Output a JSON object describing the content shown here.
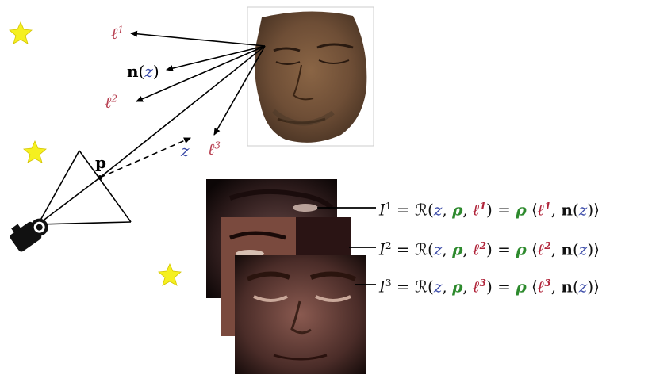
{
  "labels": {
    "l1": {
      "base": "ℓ",
      "sup": "1"
    },
    "n_z": {
      "n": "n",
      "open": "(",
      "z": "z",
      "close": ")"
    },
    "l2": {
      "base": "ℓ",
      "sup": "2"
    },
    "l3": {
      "base": "ℓ",
      "sup": "3"
    },
    "z": "z",
    "p": "p"
  },
  "equations": [
    {
      "I": "I",
      "sup": "1",
      "eq1": " = ",
      "R": "ℛ",
      "open": "(",
      "z": "z",
      "c1": ", ",
      "rho": "ρ",
      "c2": ", ",
      "l": "ℓ",
      "lsup": "1",
      "close": ")",
      "eq2": " = ",
      "rho2": "ρ",
      "lang": " ⟨",
      "l2": "ℓ",
      "l2sup": "1",
      "c3": ", ",
      "n": "n",
      "po": "(",
      "z2": "z",
      "pc": ")",
      "rang": "⟩"
    },
    {
      "I": "I",
      "sup": "2",
      "eq1": " = ",
      "R": "ℛ",
      "open": "(",
      "z": "z",
      "c1": ", ",
      "rho": "ρ",
      "c2": ", ",
      "l": "ℓ",
      "lsup": "2",
      "close": ")",
      "eq2": " = ",
      "rho2": "ρ",
      "lang": " ⟨",
      "l2": "ℓ",
      "l2sup": "2",
      "c3": ", ",
      "n": "n",
      "po": "(",
      "z2": "z",
      "pc": ")",
      "rang": "⟩"
    },
    {
      "I": "I",
      "sup": "3",
      "eq1": " = ",
      "R": "ℛ",
      "open": "(",
      "z": "z",
      "c1": ", ",
      "rho": "ρ",
      "c2": ", ",
      "l": "ℓ",
      "lsup": "3",
      "close": ")",
      "eq2": " = ",
      "rho2": "ρ",
      "lang": " ⟨",
      "l2": "ℓ",
      "l2sup": "3",
      "c3": ", ",
      "n": "n",
      "po": "(",
      "z2": "z",
      "pc": ")",
      "rang": "⟩"
    }
  ],
  "colors": {
    "star": "#f5f020",
    "light_label": "#b84152",
    "depth_label": "#3a4aa8",
    "rho": "#2d8a2d"
  },
  "icons": [
    "star-icon",
    "camera-icon",
    "face-mesh-image",
    "face-photo-image"
  ]
}
